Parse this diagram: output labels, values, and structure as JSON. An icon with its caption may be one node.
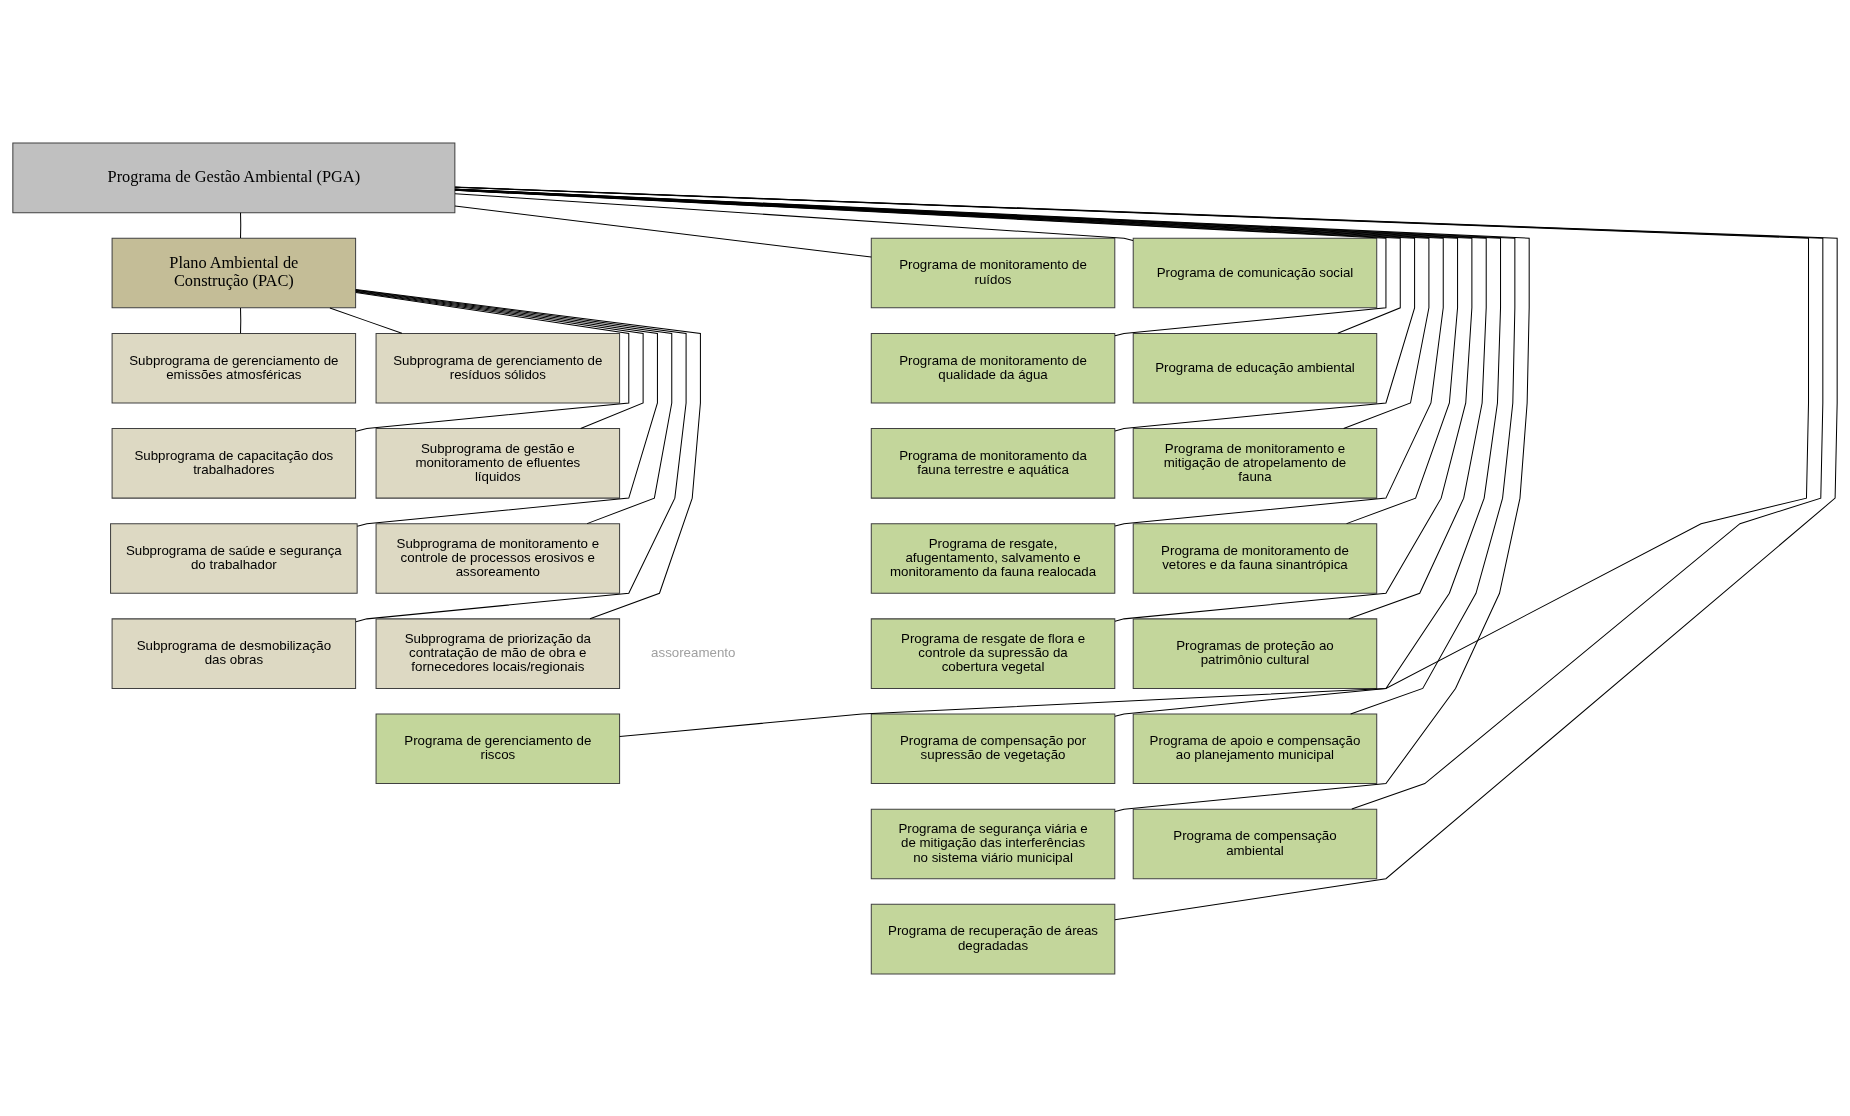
{
  "diagram": {
    "nodes": [
      {
        "text": [
          "Programa de Gestão Ambiental (PGA)"
        ]
      },
      {
        "text": [
          "Plano Ambiental de Construção (PAC)"
        ]
      },
      {
        "text": [
          "Subprograma de gerenciamento de emissões atmosféricas"
        ]
      },
      {
        "text": [
          "Subprograma de gerenciamento de resíduos sólidos"
        ]
      },
      {
        "text": [
          "Subprograma de capacitação dos trabalhadores"
        ]
      },
      {
        "text": [
          "Subprograma de gestão e monitoramento de efluentes líquidos"
        ]
      },
      {
        "text": [
          "Subprograma de saúde e segurança do trabalhador"
        ]
      },
      {
        "text": [
          "Subprograma de monitoramento e controle de processos erosivos e assoreamento"
        ]
      },
      {
        "text": [
          "Subprograma de desmobilização das obras"
        ]
      },
      {
        "text": [
          "Subprograma de priorização da contratação de mão de obra e fornecedores locais/regionais"
        ]
      },
      {
        "text": [
          "Programa de monitoramento de ruídos"
        ]
      },
      {
        "text": [
          "Programa de comunicação social"
        ]
      },
      {
        "text": [
          "Programa de monitoramento de qualidade da água"
        ]
      },
      {
        "text": [
          "Programa de educação ambiental"
        ]
      },
      {
        "text": [
          "Programa de monitoramento da fauna terrestre e aquática"
        ]
      },
      {
        "text": [
          "Programa de monitoramento e mitigação de atropelamento de fauna"
        ]
      },
      {
        "text": [
          "Programa de resgate, afugentamento, salvamento e monitoramento da fauna realocada"
        ]
      },
      {
        "text": [
          "Programa de monitoramento de vetores e da fauna sinantrópica"
        ]
      },
      {
        "text": [
          "Programa de resgate de flora e controle da supressão da cobertura vegetal"
        ]
      },
      {
        "text": [
          "Programas de proteção ao patrimônio cultural"
        ]
      },
      {
        "text": [
          "Programa de compensação por supressão de vegetação"
        ]
      },
      {
        "text": [
          "Programa de apoio e compensação ao planejamento municipal"
        ]
      },
      {
        "text": [
          "Programa de segurança viária e de mitigação das interferências no sistema viário municipal"
        ]
      },
      {
        "text": [
          "Programa de gerenciamento de riscos"
        ]
      },
      {
        "text": [
          "Programa de compensação ambiental"
        ]
      },
      {
        "text": [
          "Programa de recuperação de áreas degradadas"
        ]
      }
    ],
    "edges": [
      {
        "from": 0,
        "to": 1,
        "arrow": "none"
      },
      {
        "from": 1,
        "to": 2,
        "arrow": "none"
      },
      {
        "from": 1,
        "to": 3,
        "arrow": "none"
      },
      {
        "from": 1,
        "to": 4,
        "arrow": "none"
      },
      {
        "from": 1,
        "to": 5,
        "arrow": "none"
      },
      {
        "from": 1,
        "to": 6,
        "arrow": "none"
      },
      {
        "from": 1,
        "to": 7,
        "arrow": "none"
      },
      {
        "from": 1,
        "to": 8,
        "arrow": "none"
      },
      {
        "from": 1,
        "to": 9,
        "arrow": "none"
      },
      {
        "from": 0,
        "to": 23,
        "arrow": "none"
      },
      {
        "from": 0,
        "to": 10,
        "arrow": "none"
      },
      {
        "from": 0,
        "to": 11,
        "arrow": "none"
      },
      {
        "from": 0,
        "to": 12,
        "arrow": "none"
      },
      {
        "from": 0,
        "to": 13,
        "arrow": "none"
      },
      {
        "from": 0,
        "to": 14,
        "arrow": "none"
      },
      {
        "from": 0,
        "to": 15,
        "arrow": "none"
      },
      {
        "from": 0,
        "to": 16,
        "arrow": "none"
      },
      {
        "from": 0,
        "to": 17,
        "arrow": "none"
      },
      {
        "from": 0,
        "to": 18,
        "arrow": "none"
      },
      {
        "from": 0,
        "to": 19,
        "arrow": "none"
      },
      {
        "from": 0,
        "to": 20,
        "arrow": "none"
      },
      {
        "from": 0,
        "to": 21,
        "arrow": "none"
      },
      {
        "from": 0,
        "to": 22,
        "arrow": "none"
      },
      {
        "from": 0,
        "to": 24,
        "arrow": "none"
      },
      {
        "from": 0,
        "to": 25,
        "arrow": "none"
      }
    ],
    "labels": [
      "assoreamento"
    ]
  }
}
